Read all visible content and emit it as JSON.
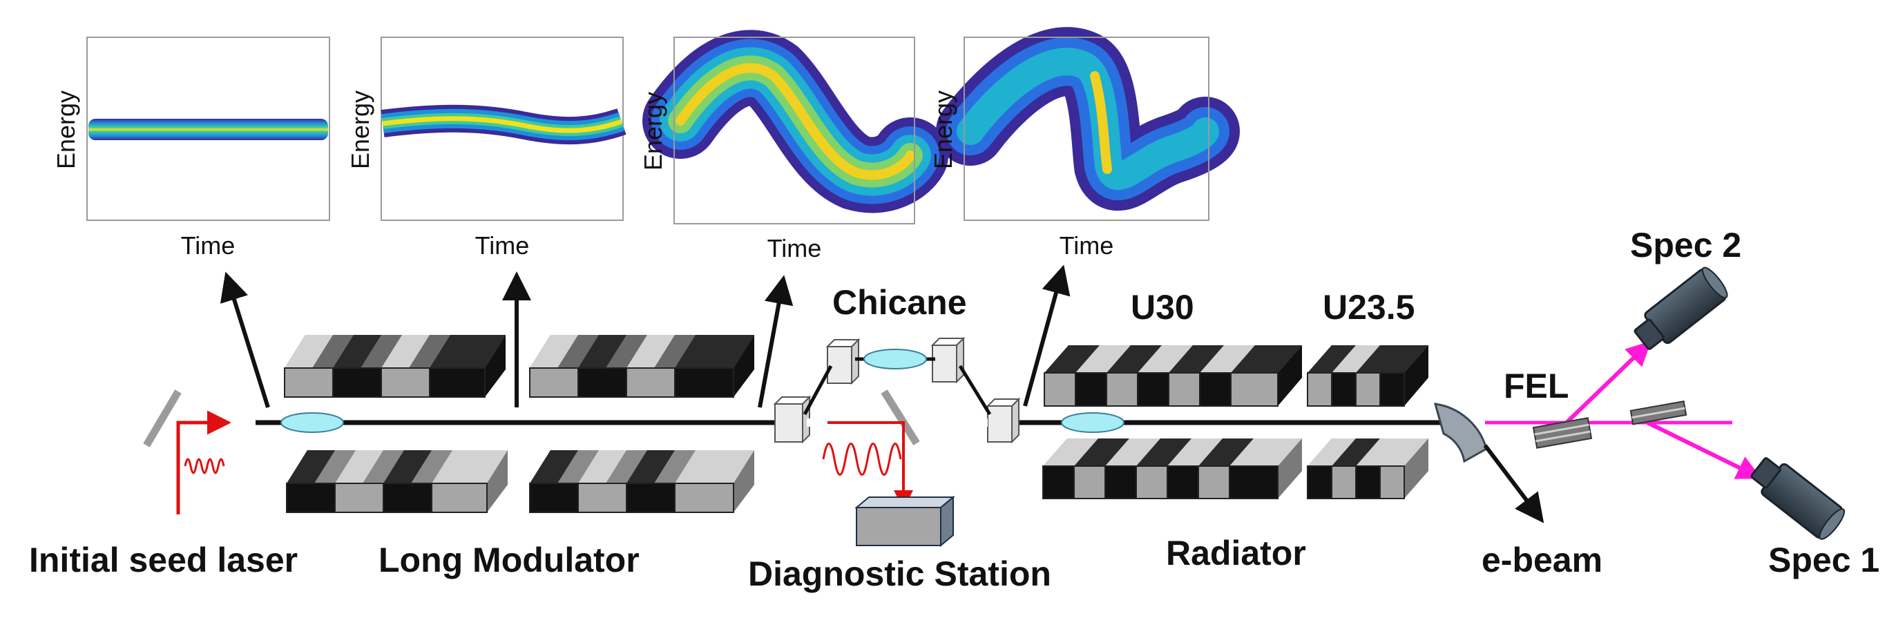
{
  "labels": {
    "seed_laser": "Initial seed laser",
    "modulator": "Long Modulator",
    "chicane": "Chicane",
    "diagnostic": "Diagnostic Station",
    "u30": "U30",
    "u23": "U23.5",
    "radiator": "Radiator",
    "fel": "FEL",
    "ebeam": "e-beam",
    "spec1": "Spec 1",
    "spec2": "Spec 2"
  },
  "phase_space_plots": [
    {
      "xlabel": "Time",
      "ylabel": "Energy"
    },
    {
      "xlabel": "Time",
      "ylabel": "Energy"
    },
    {
      "xlabel": "Time",
      "ylabel": "Energy"
    },
    {
      "xlabel": "Time",
      "ylabel": "Energy"
    }
  ],
  "colors": {
    "beam_line": "#111111",
    "laser": "#e01010",
    "fel": "#ff1ad9",
    "magnet_light": "#a6a6a6",
    "magnet_dark": "#1a1a1a",
    "bunch": "#a8ecf5"
  }
}
